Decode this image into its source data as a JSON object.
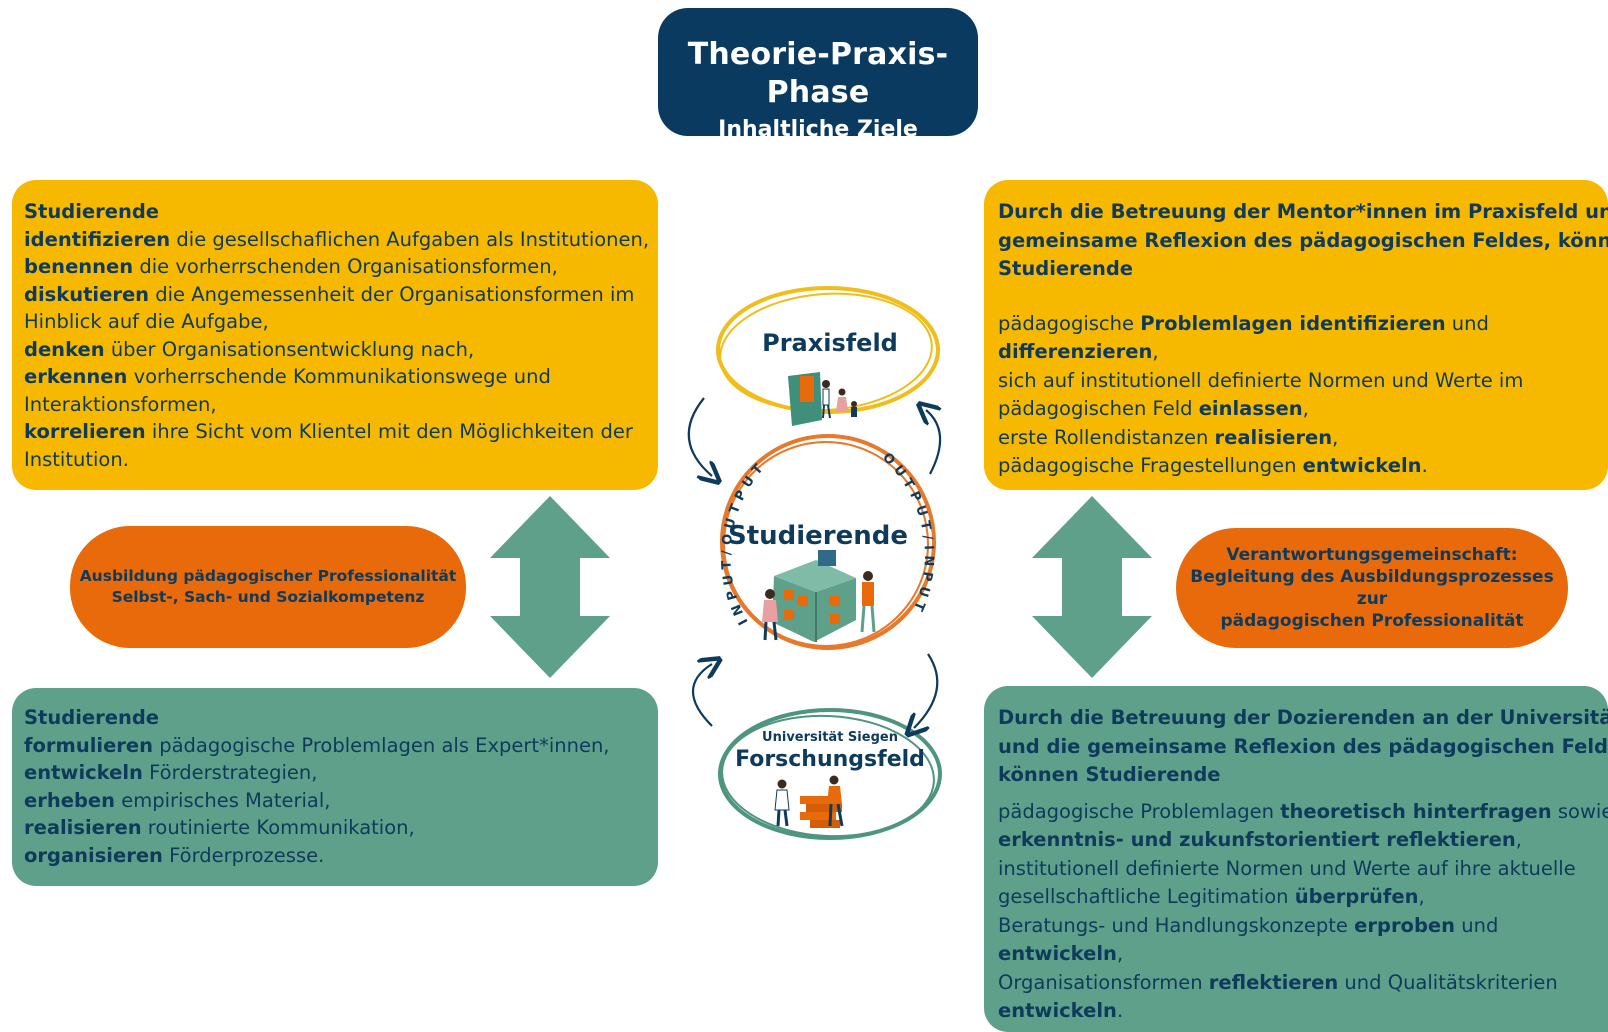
{
  "header": {
    "title": "Theorie-Praxis-Phase",
    "subtitle": "Inhaltliche Ziele"
  },
  "top_left": {
    "heading": "Studierende",
    "lines": [
      {
        "bold": "identifizieren",
        "rest": " die gesellschaflichen Aufgaben als Institutionen,"
      },
      {
        "bold": "benennen",
        "rest": " die vorherrschenden Organisationsformen,"
      },
      {
        "bold": "diskutieren",
        "rest": " die Angemessenheit der Organisationsformen im"
      },
      {
        "bold": "",
        "rest": "Hinblick auf die Aufgabe,"
      },
      {
        "bold": "denken",
        "rest": " über Organisationsentwicklung nach,"
      },
      {
        "bold": "erkennen",
        "rest": " vorherrschende Kommunikationswege und"
      },
      {
        "bold": "",
        "rest": "Interaktionsformen,"
      },
      {
        "bold": "korrelieren",
        "rest": " ihre Sicht vom Klientel mit den Möglichkeiten der"
      },
      {
        "bold": "",
        "rest": "Institution."
      }
    ]
  },
  "bottom_left": {
    "heading": "Studierende",
    "lines": [
      {
        "bold": "formulieren",
        "rest": " pädagogische Problemlagen als Expert*innen,"
      },
      {
        "bold": "entwickeln",
        "rest": " Förderstrategien,"
      },
      {
        "bold": "erheben",
        "rest": " empirisches Material,"
      },
      {
        "bold": "realisieren",
        "rest": " routinierte Kommunikation,"
      },
      {
        "bold": "organisieren",
        "rest": " Förderprozesse."
      }
    ]
  },
  "top_right": {
    "intro": [
      "Durch die Betreuung der Mentor*innen im Praxisfeld und die",
      "gemeinsame Reflexion des pädagogischen Feldes, können",
      "Studierende"
    ],
    "lines": [
      {
        "a": "pädagogische ",
        "b": "Problemlagen identifizieren",
        "c": " und"
      },
      {
        "a": "",
        "b": "differenzieren",
        "c": ","
      },
      {
        "a": "sich auf institutionell definierte Normen und Werte im",
        "b": "",
        "c": ""
      },
      {
        "a": "pädagogischen Feld ",
        "b": "einlassen",
        "c": ","
      },
      {
        "a": "erste Rollendistanzen ",
        "b": "realisieren",
        "c": ","
      },
      {
        "a": "pädagogische Fragestellungen ",
        "b": "entwickeln",
        "c": "."
      }
    ]
  },
  "bottom_right": {
    "intro": [
      "Durch die Betreuung der Dozierenden an der Universität",
      "und die gemeinsame Reflexion des pädagogischen Feldes,",
      "können Studierende"
    ],
    "lines": [
      {
        "a": "pädagogische Problemlagen ",
        "b": "theoretisch hinterfragen",
        "c": " sowie"
      },
      {
        "a": "",
        "b": "erkenntnis- und zukunfstorientiert reflektieren",
        "c": ","
      },
      {
        "a": "institutionell definierte Normen und Werte auf ihre aktuelle",
        "b": "",
        "c": ""
      },
      {
        "a": "gesellschaftliche Legitimation ",
        "b": "überprüfen",
        "c": ","
      },
      {
        "a": "Beratungs- und Handlungskonzepte ",
        "b": "erproben",
        "c": " und"
      },
      {
        "a": "",
        "b": "entwickeln",
        "c": ","
      },
      {
        "a": "Organisationsformen ",
        "b": "reflektieren",
        "c": " und Qualitätskriterien"
      },
      {
        "a": "",
        "b": "entwickeln",
        "c": "."
      }
    ]
  },
  "pill_left": {
    "line1": "Ausbildung pädagogischer Professionalität",
    "line2": "Selbst-, Sach- und Sozialkompetenz"
  },
  "pill_right": {
    "line1": "Verantwortungsgemeinschaft:",
    "line2": "Begleitung des Ausbildungsprozesses zur",
    "line3": "pädagogischen Professionalität"
  },
  "center": {
    "praxis_label": "Praxisfeld",
    "studierende_label": "Studierende",
    "uni_label": "Universität Siegen",
    "forschung_label": "Forschungsfeld",
    "arc_left_text": "INPUT/OUTPUT",
    "arc_right_text": "OUTPUT/INPUT"
  },
  "colors": {
    "navy": "#0a3a60",
    "yellow": "#f7b800",
    "green": "#5fa08a",
    "orange": "#e86a0a",
    "text_dark": "#0e3a5c"
  }
}
